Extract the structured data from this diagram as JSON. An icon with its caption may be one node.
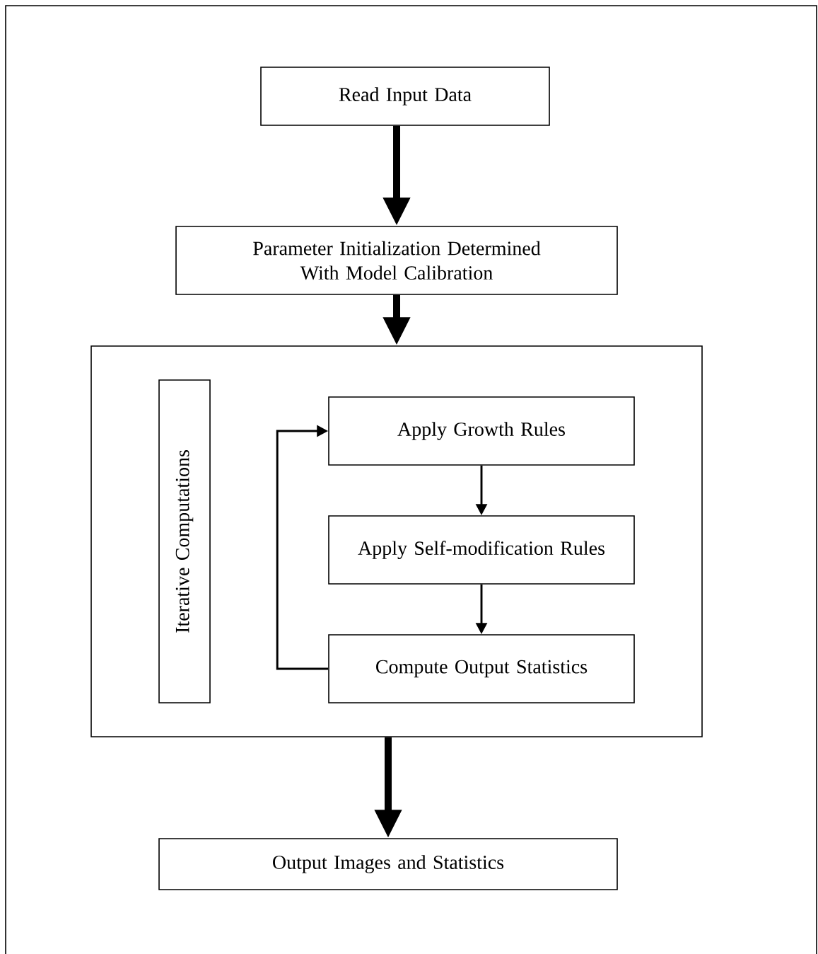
{
  "diagram": {
    "nodes": [
      {
        "text": [
          "Read Input Data"
        ]
      },
      {
        "text": [
          "Parameter Initialization Determined With Model Calibration"
        ]
      },
      {
        "text": [],
        "shape": "box"
      },
      {
        "text": [
          "Iterative Computations"
        ],
        "in": 2
      },
      {
        "text": [
          "Apply Growth Rules"
        ],
        "in": 2
      },
      {
        "text": [
          "Apply Self-modification Rules"
        ],
        "in": 2
      },
      {
        "text": [
          "Compute Output Statistics"
        ],
        "in": 2
      },
      {
        "text": [
          "Output Images and Statistics"
        ]
      }
    ],
    "edges": [
      {
        "from": 0,
        "to": 1,
        "arrow": "to",
        "style": "thick"
      },
      {
        "from": 1,
        "to": 2,
        "arrow": "to",
        "style": "thick"
      },
      {
        "from": 4,
        "to": 5,
        "arrow": "to"
      },
      {
        "from": 5,
        "to": 6,
        "arrow": "to"
      },
      {
        "from": 6,
        "to": 4,
        "arrow": "to"
      },
      {
        "from": 2,
        "to": 7,
        "arrow": "to",
        "style": "thick"
      }
    ]
  }
}
